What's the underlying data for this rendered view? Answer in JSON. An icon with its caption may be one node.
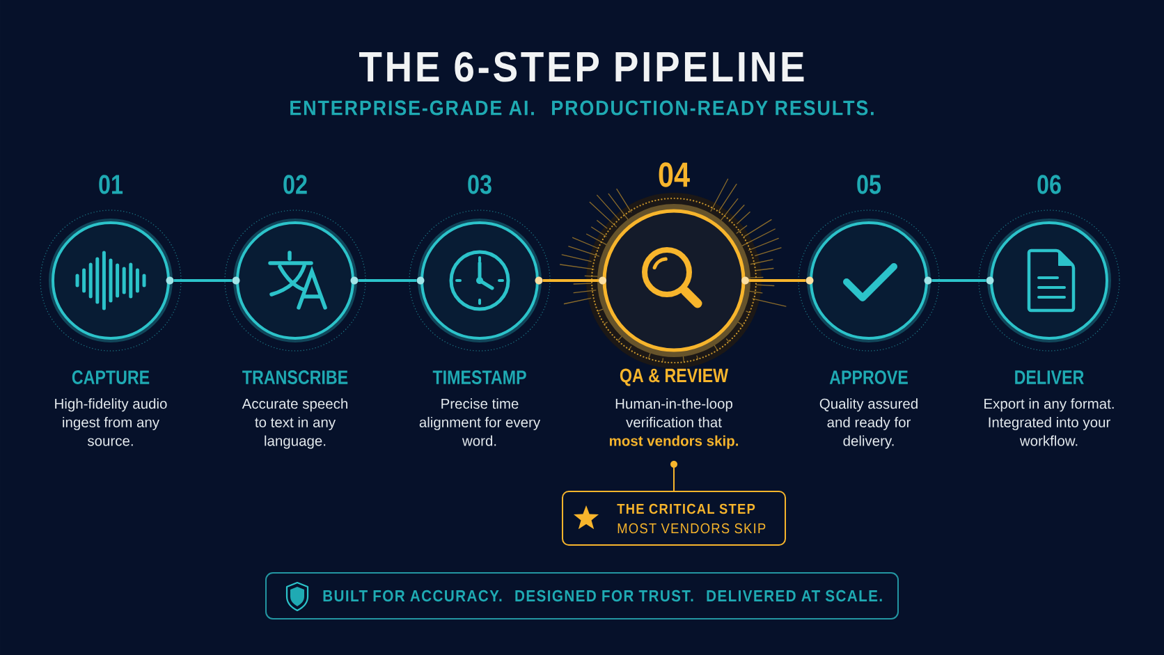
{
  "diagram": {
    "title": "THE 6-STEP PIPELINE",
    "nodes": [
      {
        "text": [
          "01",
          "CAPTURE",
          "High-fidelity audio ingest from any source."
        ]
      },
      {
        "text": [
          "02",
          "TRANSCRIBE",
          "Accurate speech to text in any language."
        ]
      },
      {
        "text": [
          "03",
          "TIMESTAMP",
          "Precise time alignment for every word."
        ]
      },
      {
        "text": [
          "04",
          "QA & REVIEW",
          "Human-in-the-loop verification that **most vendors skip.**"
        ]
      },
      {
        "text": [
          "05",
          "APPROVE",
          "Quality assured and ready for delivery."
        ]
      },
      {
        "text": [
          "06",
          "DELIVER",
          "Export in any format. Integrated into your workflow."
        ]
      },
      {
        "text": [
          "THE CRITICAL STEP",
          "MOST VENDORS SKIP"
        ]
      },
      {
        "text": [
          "BUILT FOR ACCURACY. DESIGNED FOR TRUST. DELIVERED AT SCALE."
        ]
      }
    ],
    "edges": [
      {
        "from": 0,
        "to": 1,
        "arrow": "none"
      },
      {
        "from": 1,
        "to": 2,
        "arrow": "none"
      },
      {
        "from": 2,
        "to": 3,
        "arrow": "none",
        "color": "#f7b52c"
      },
      {
        "from": 3,
        "to": 4,
        "arrow": "none",
        "color": "#f7b52c"
      },
      {
        "from": 4,
        "to": 5,
        "arrow": "none"
      },
      {
        "from": 6,
        "to": 3,
        "arrow": "none",
        "color": "#f7b52c"
      }
    ],
    "labels": [
      "ENTERPRISE-GRADE AI. PRODUCTION-READY RESULTS."
    ]
  }
}
